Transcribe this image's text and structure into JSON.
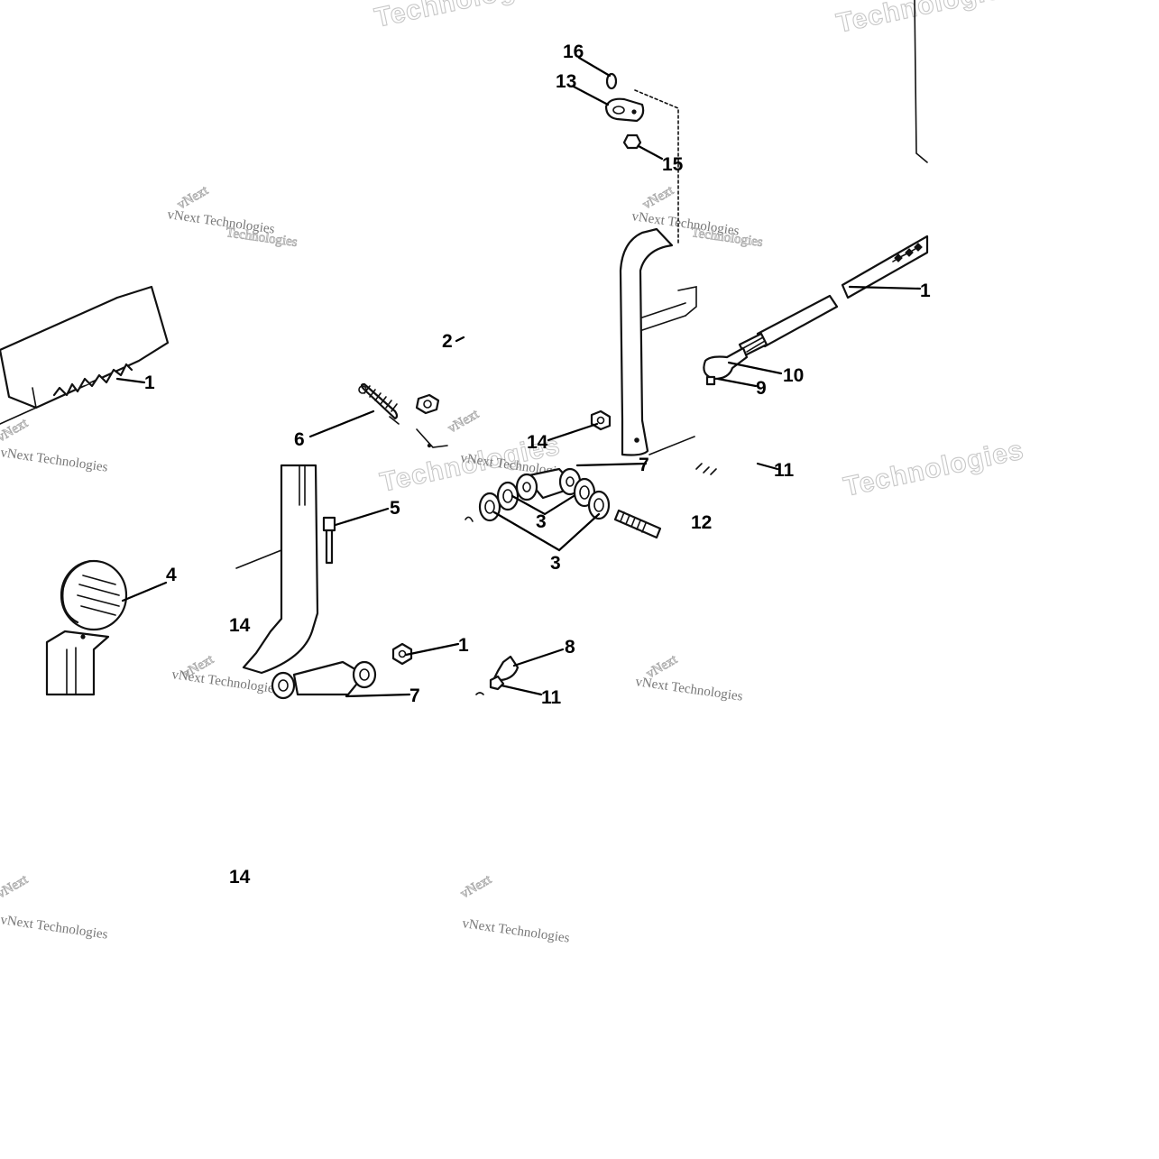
{
  "diagram": {
    "watermark": {
      "brand": "Technologies",
      "brand_short": "vNext",
      "line": "vNext Technologies"
    },
    "callouts": {
      "c1": "1",
      "c2": "2",
      "c3a": "3",
      "c3b": "3",
      "c4": "4",
      "c5": "5",
      "c6": "6",
      "c7a": "7",
      "c7b": "7",
      "c8": "8",
      "c9": "9",
      "c10": "10",
      "c11a": "11",
      "c11b": "11",
      "c12": "12",
      "c13": "13",
      "c14a": "14",
      "c14b": "14",
      "c14c": "14",
      "c15": "15",
      "c16": "16",
      "c17": "1",
      "c18": "1"
    }
  }
}
